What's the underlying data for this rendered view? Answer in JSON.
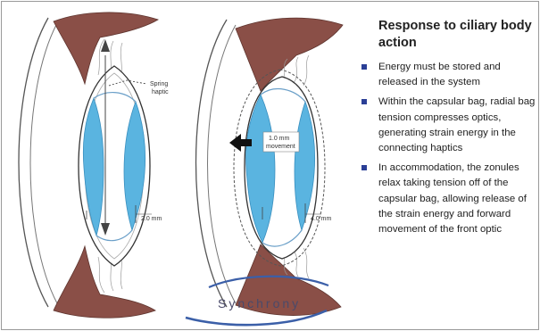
{
  "panel": {
    "heading": "Response to ciliary body action",
    "bullets": [
      "Energy must be stored and released in the system",
      "Within the capsular bag, radial bag tension compresses optics, generating strain energy in the connecting haptics",
      "In accommodation, the zonules relax taking tension off of the capsular bag, allowing release of the strain energy and forward movement of the front optic"
    ]
  },
  "diagram": {
    "left_eye": {
      "spring_label_line1": "Spring",
      "spring_label_line2": "haptic",
      "distance_label": "2.0 mm"
    },
    "right_eye": {
      "movement_label_line1": "1.0 mm",
      "movement_label_line2": "movement",
      "distance_label": "4.0 mm"
    },
    "brand": "Synchrony"
  },
  "colors": {
    "ciliary_body": "#8a4f47",
    "optic_blue": "#5ab4e0",
    "brand_swoosh": "#3b5fa8",
    "bullet": "#2b3f96"
  }
}
